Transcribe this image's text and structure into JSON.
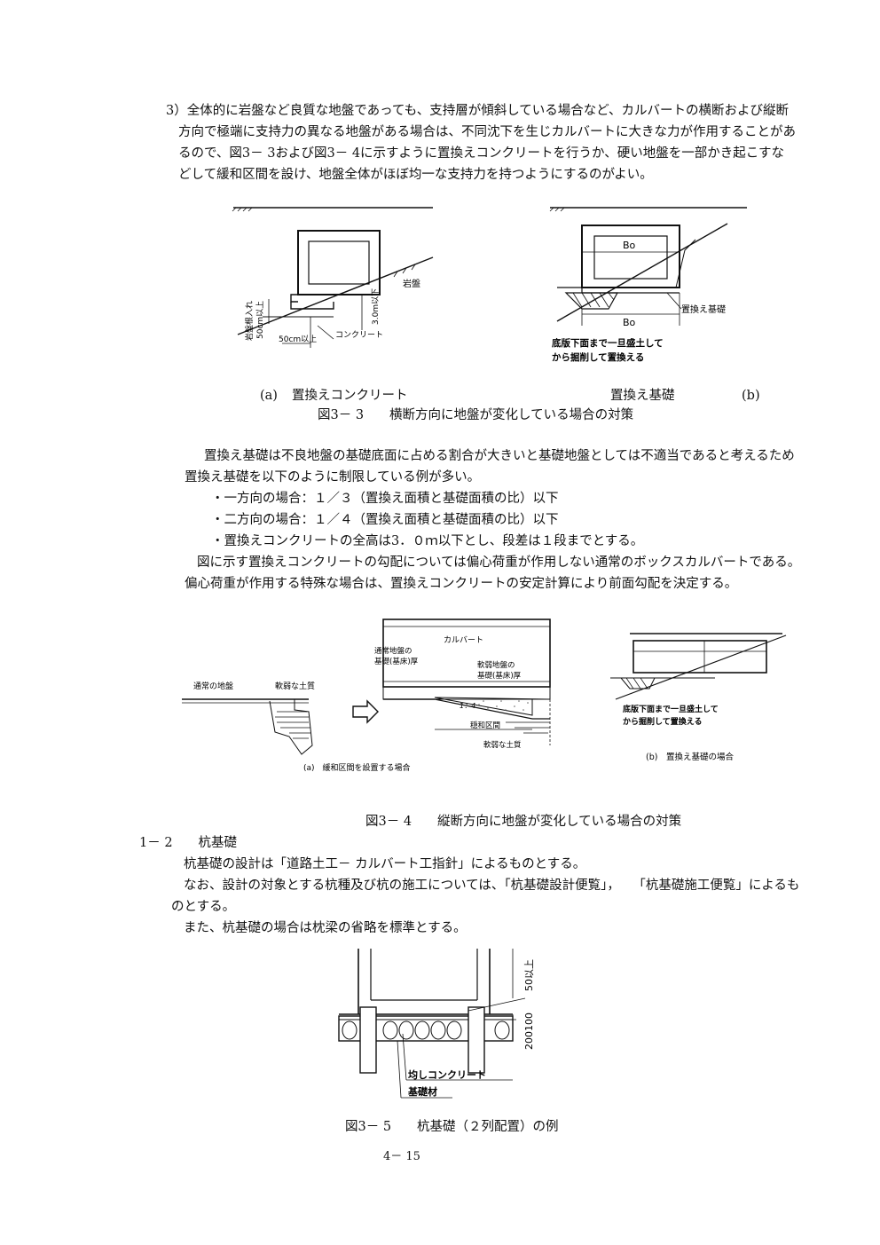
{
  "section3": {
    "lines": [
      "3）全体的に岩盤など良質な地盤であっても、支持層が傾斜している場合など、カルバートの横断および縦断",
      "方向で極端に支持力の異なる地盤がある場合は、不同沈下を生じカルバートに大きな力が作用することがあ",
      "るので、図3－ 3および図3－ 4に示すように置換えコンクリートを行うか、硬い地盤を一部かき起こすな",
      "どして緩和区間を設け、地盤全体がほぼ均一な支持力を持つようにするのがよい。"
    ]
  },
  "fig33": {
    "a": {
      "label_rock": "岩盤",
      "label_embed": "岩盤根入れ",
      "label_embed_dim": "50cm以上",
      "label_height": "3.0m以下",
      "label_width": "50cm以上",
      "label_concrete": "コンクリート"
    },
    "b": {
      "label_bo_top": "Bo",
      "label_bo_bottom": "Bo",
      "label_replace": "置換え基礎",
      "note_line1": "底版下面まで一旦盛土して",
      "note_line2": "から掘削して置換える"
    },
    "sub_a_mark": "(a)",
    "sub_a_label": "置換えコンクリート",
    "sub_b_label": "置換え基礎",
    "sub_b_mark": "(b)",
    "caption": "図3－ 3　　横断方向に地盤が変化している場合の対策"
  },
  "para2": {
    "lines": [
      "置換え基礎は不良地盤の基礎底面に占める割合が大きいと基礎地盤としては不適当であると考えるため",
      "置換え基礎を以下のように制限している例が多い。"
    ],
    "bullets": [
      "・一方向の場合：１／３（置換え面積と基礎面積の比）以下",
      "・二方向の場合：１／４（置換え面積と基礎面積の比）以下",
      "・置換えコンクリートの全高は3．０ｍ以下とし、段差は１段までとする。"
    ],
    "after": [
      "図に示す置換えコンクリートの勾配については偏心荷重が作用しない通常のボックスカルバートである。",
      "偏心荷重が作用する特殊な場合は、置換えコンクリートの安定計算により前面勾配を決定する。"
    ]
  },
  "fig34": {
    "label_normal_ground": "通常の地盤",
    "label_soft_soil": "軟弱な土質",
    "label_culvert": "カルバート",
    "label_normal_thick_1": "通常地盤の",
    "label_normal_thick_2": "基礎(基床)厚",
    "label_soft_thick_1": "軟弱地盤の",
    "label_soft_thick_2": "基礎(基床)厚",
    "label_slope": "1：4",
    "label_transition": "穏和区間",
    "label_soft_soil2": "軟弱な土質",
    "sub_a": "(a)　緩和区間を設置する場合",
    "note_line1": "底版下面まで一旦盛土して",
    "note_line2": "から掘削して置換える",
    "sub_b": "(b)　置換え基礎の場合",
    "caption": "図3－ 4　　縦断方向に地盤が変化している場合の対策"
  },
  "section12": {
    "heading": "1－ 2　　杭基礎",
    "lines": [
      "杭基礎の設計は「道路土工－ カルバート工指針」によるものとする。",
      "なお、設計の対象とする杭種及び杭の施工については、「杭基礎設計便覧」，　　「杭基礎施工便覧」によるも",
      "のとする。",
      "また、杭基礎の場合は枕梁の省略を標準とする。"
    ]
  },
  "fig35": {
    "label_dim1": "50以上",
    "label_dim2": "200100",
    "label_leveling": "均しコンクリート",
    "label_base": "基礎材",
    "caption": "図3－ 5　　杭基礎（２列配置）の例"
  },
  "page_number": "4－ 15"
}
